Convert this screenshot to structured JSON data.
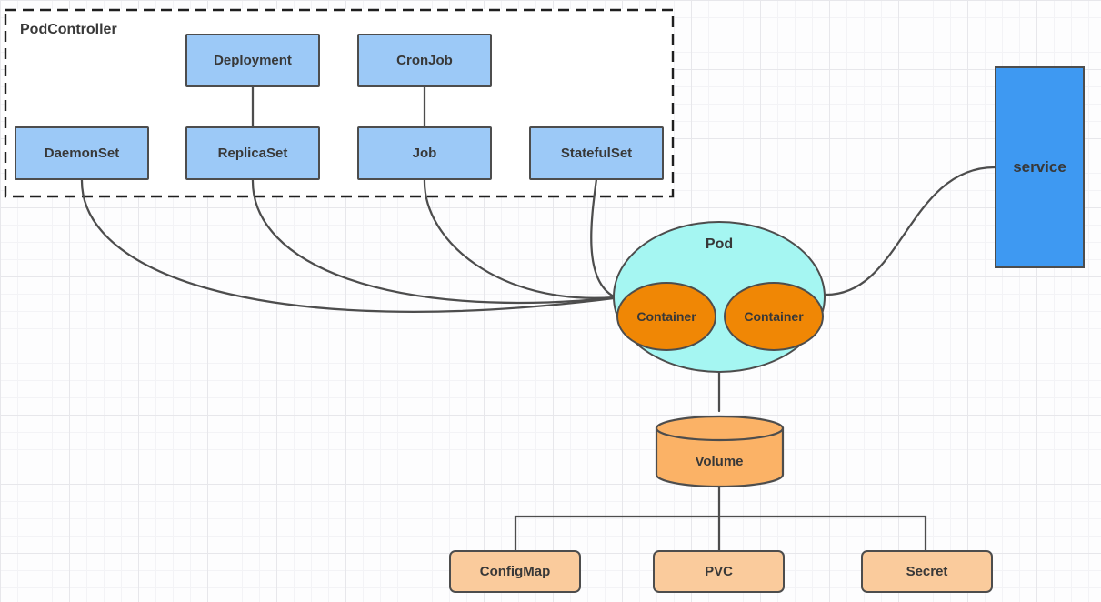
{
  "diagram": {
    "group_label": "PodController",
    "nodes": {
      "deployment": {
        "label": "Deployment"
      },
      "cronjob": {
        "label": "CronJob"
      },
      "daemonset": {
        "label": "DaemonSet"
      },
      "replicaset": {
        "label": "ReplicaSet"
      },
      "job": {
        "label": "Job"
      },
      "statefulset": {
        "label": "StatefulSet"
      },
      "pod": {
        "label": "Pod"
      },
      "container1": {
        "label": "Container"
      },
      "container2": {
        "label": "Container"
      },
      "service": {
        "label": "service"
      },
      "volume": {
        "label": "Volume"
      },
      "configmap": {
        "label": "ConfigMap"
      },
      "pvc": {
        "label": "PVC"
      },
      "secret": {
        "label": "Secret"
      }
    },
    "edges": [
      {
        "from": "Deployment",
        "to": "ReplicaSet"
      },
      {
        "from": "CronJob",
        "to": "Job"
      },
      {
        "from": "DaemonSet",
        "to": "Pod"
      },
      {
        "from": "ReplicaSet",
        "to": "Pod"
      },
      {
        "from": "Job",
        "to": "Pod"
      },
      {
        "from": "StatefulSet",
        "to": "Pod"
      },
      {
        "from": "Pod",
        "to": "service"
      },
      {
        "from": "Pod",
        "to": "Volume"
      },
      {
        "from": "Volume",
        "to": "ConfigMap"
      },
      {
        "from": "Volume",
        "to": "PVC"
      },
      {
        "from": "Volume",
        "to": "Secret"
      }
    ],
    "colors": {
      "node_blue": "#9cc9f7",
      "service_blue": "#3e99f2",
      "pod_cyan": "#a5f6f2",
      "container_orange": "#f08705",
      "volume_orange": "#fbb266",
      "bottom_orange": "#facb9c",
      "stroke": "#4d4d4d",
      "dash_border": "#1f1f1f",
      "text": "#383838"
    }
  }
}
